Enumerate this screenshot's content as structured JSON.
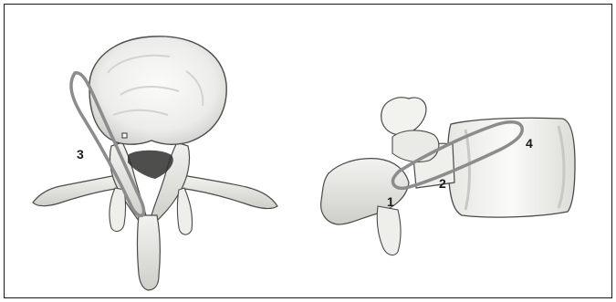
{
  "figure": {
    "labels": {
      "one": "1",
      "two": "2",
      "three": "3",
      "four": "4"
    },
    "colors": {
      "bone_fill": "#f4f4f2",
      "bone_shadow": "#c9c9c4",
      "bone_outline": "#4a4a48",
      "trajectory": "#8c8c8c",
      "text": "#1a1a1a"
    }
  }
}
